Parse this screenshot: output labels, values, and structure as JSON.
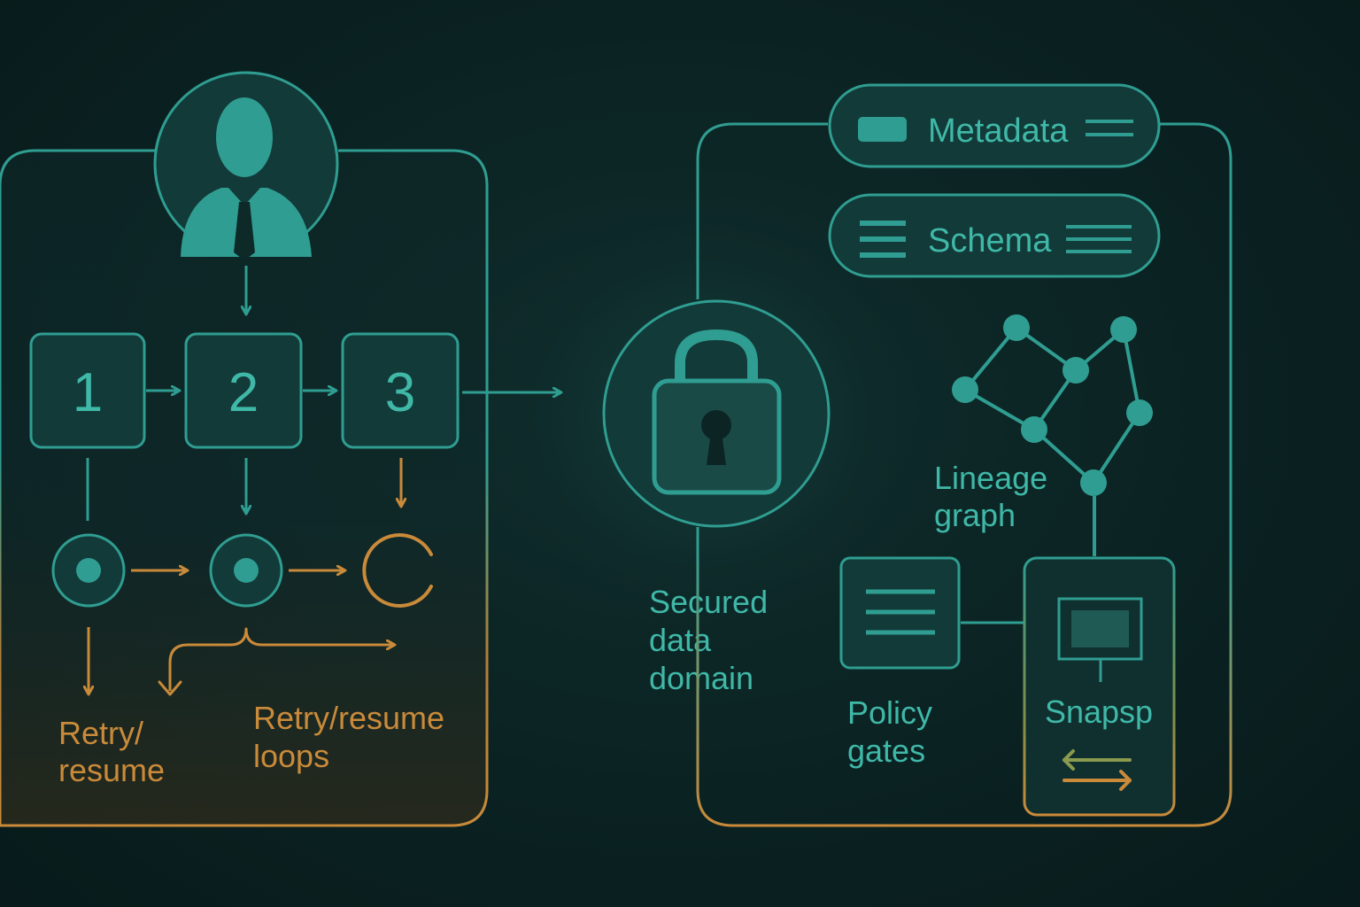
{
  "colors": {
    "teal": "#2f9d91",
    "teal_bright": "#3fb8a8",
    "teal_fill": "#174542",
    "orange": "#c98a3a",
    "background": "#0b2222"
  },
  "left_panel": {
    "user_icon": "user-avatar-icon",
    "steps": [
      "1",
      "2",
      "3"
    ],
    "labels": {
      "retry_resume_line1": "Retry/",
      "retry_resume_line2": "resume",
      "retry_loops_line1": "Retry/resume",
      "retry_loops_line2": "loops"
    }
  },
  "center": {
    "lock_icon": "padlock-icon",
    "label_line1": "Secured",
    "label_line2": "data",
    "label_line3": "domain"
  },
  "right_panel": {
    "metadata_label": "Metadata",
    "schema_label": "Schema",
    "lineage_line1": "Lineage",
    "lineage_line2": "graph",
    "policy_line1": "Policy",
    "policy_line2": "gates",
    "snapshot_label": "Snapsp"
  }
}
